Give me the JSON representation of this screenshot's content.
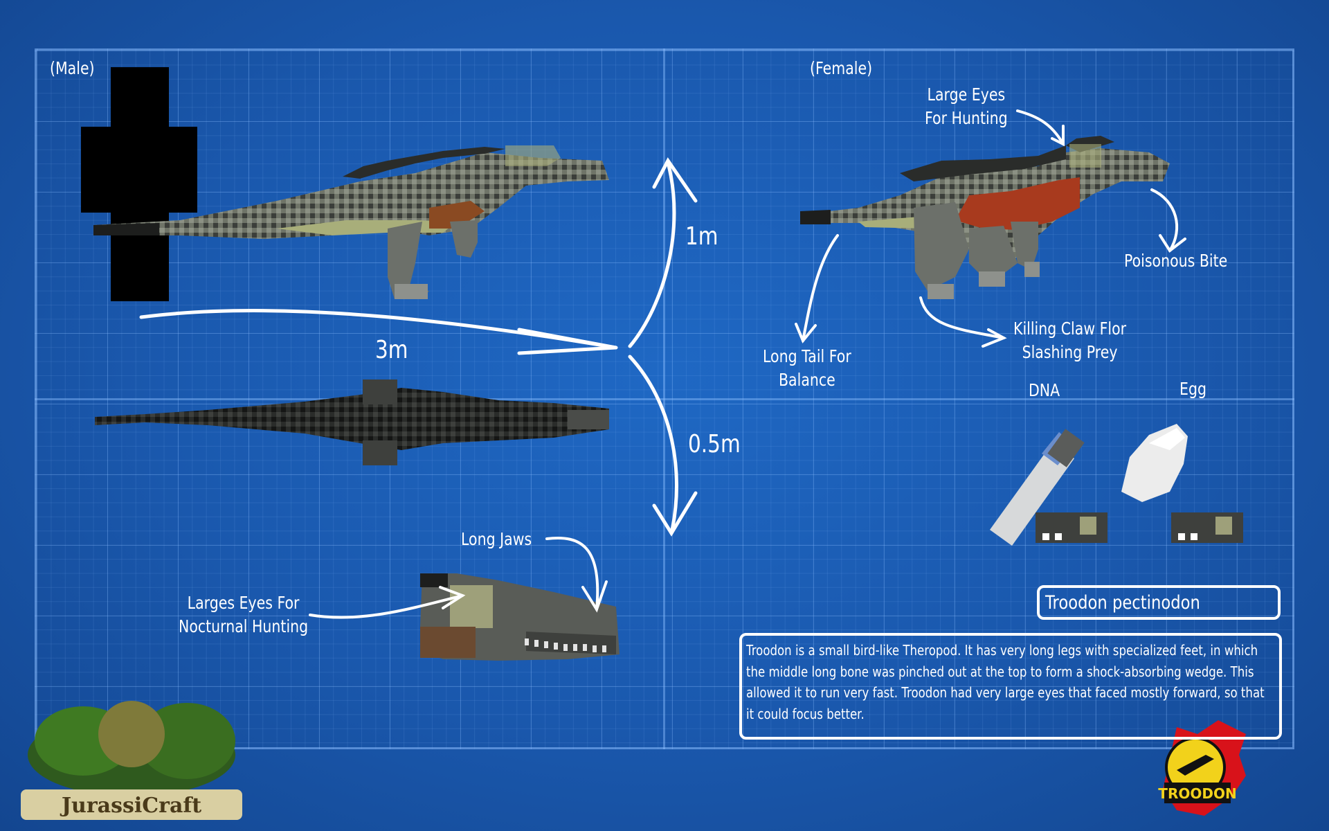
{
  "labels": {
    "male": "(Male)",
    "female": "(Female)",
    "height": "1m",
    "length": "3m",
    "width": "0.5m",
    "large_eyes": "Large Eyes\nFor Hunting",
    "poisonous_bite": "Poisonous Bite",
    "killing_claw": "Killing Claw Flor\nSlashing Prey",
    "long_tail": "Long Tail For\nBalance",
    "dna": "DNA",
    "egg": "Egg",
    "long_jaws": "Long Jaws",
    "nocturnal_eyes": "Larges Eyes For\nNocturnal Hunting"
  },
  "species_name": "Troodon pectinodon",
  "description": "Troodon is a small bird-like Theropod. It has very long legs with specialized feet, in which the middle long bone was pinched out at the top to form a shock-absorbing wedge. This allowed it to run very fast. Troodon had very large eyes that faced mostly forward, so that it could focus better.",
  "logos": {
    "game_logo": "JurassiCraft",
    "dino_badge": "TROODON"
  },
  "colors": {
    "background": "#1a58ad",
    "grid": "#8cbeff",
    "dino_body": "#6f7468",
    "dino_belly": "#a8ae7a",
    "dino_red": "#a83a1e",
    "dino_dark": "#2a2c2a",
    "badge_yellow": "#f2d21b",
    "badge_red": "#d8121a"
  }
}
